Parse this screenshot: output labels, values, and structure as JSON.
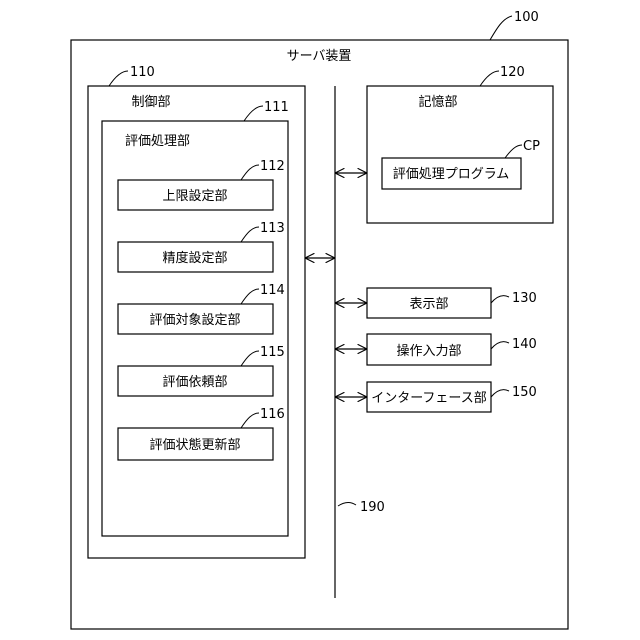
{
  "server": {
    "title": "サーバ装置",
    "ref": "100"
  },
  "control": {
    "title": "制御部",
    "ref": "110",
    "evaluation": {
      "title": "評価処理部",
      "ref": "111",
      "units": [
        {
          "label": "上限設定部",
          "ref": "112"
        },
        {
          "label": "精度設定部",
          "ref": "113"
        },
        {
          "label": "評価対象設定部",
          "ref": "114"
        },
        {
          "label": "評価依頼部",
          "ref": "115"
        },
        {
          "label": "評価状態更新部",
          "ref": "116"
        }
      ]
    }
  },
  "storage": {
    "title": "記憶部",
    "ref": "120",
    "program": {
      "label": "評価処理プログラム",
      "ref": "CP"
    }
  },
  "display": {
    "label": "表示部",
    "ref": "130"
  },
  "input": {
    "label": "操作入力部",
    "ref": "140"
  },
  "interface": {
    "label": "インターフェース部",
    "ref": "150"
  },
  "bus": {
    "ref": "190"
  }
}
